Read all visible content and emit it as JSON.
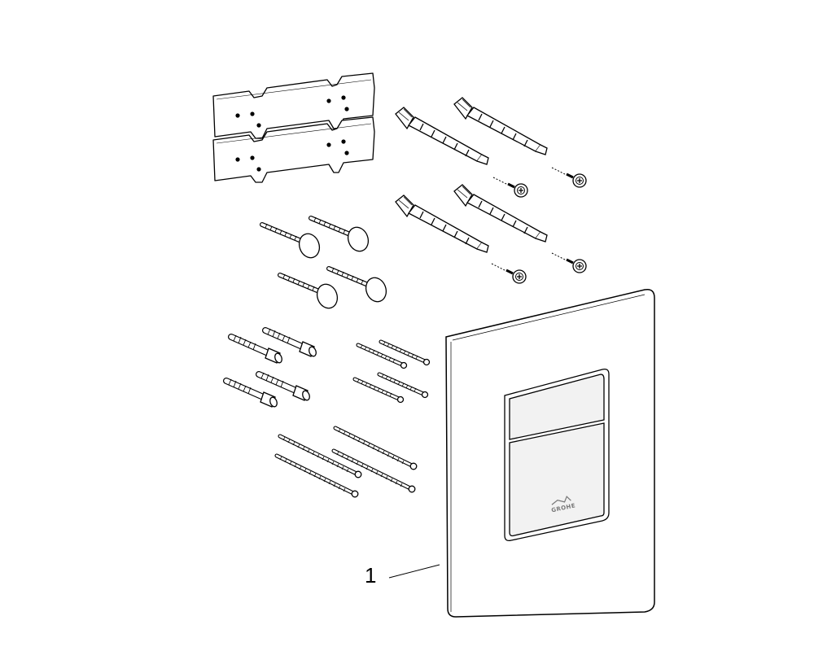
{
  "diagram": {
    "callouts": [
      {
        "label": "1",
        "target": "flush-plate"
      }
    ],
    "logo_text": "GROHE",
    "colors": {
      "stroke": "#000000",
      "plate_fill": "#ffffff",
      "button_shade": "#f2f2f2"
    },
    "parts": [
      "mounting-bracket",
      "mounting-bracket",
      "wall-anchor",
      "wall-anchor",
      "wall-anchor",
      "wall-anchor",
      "anchor-screw",
      "anchor-screw",
      "anchor-screw",
      "anchor-screw",
      "mushroom-bolt",
      "mushroom-bolt",
      "mushroom-bolt",
      "mushroom-bolt",
      "threaded-sleeve",
      "threaded-sleeve",
      "threaded-sleeve",
      "threaded-sleeve",
      "medium-screw",
      "medium-screw",
      "medium-screw",
      "medium-screw",
      "long-screw",
      "long-screw",
      "long-screw",
      "long-screw",
      "flush-plate"
    ]
  }
}
